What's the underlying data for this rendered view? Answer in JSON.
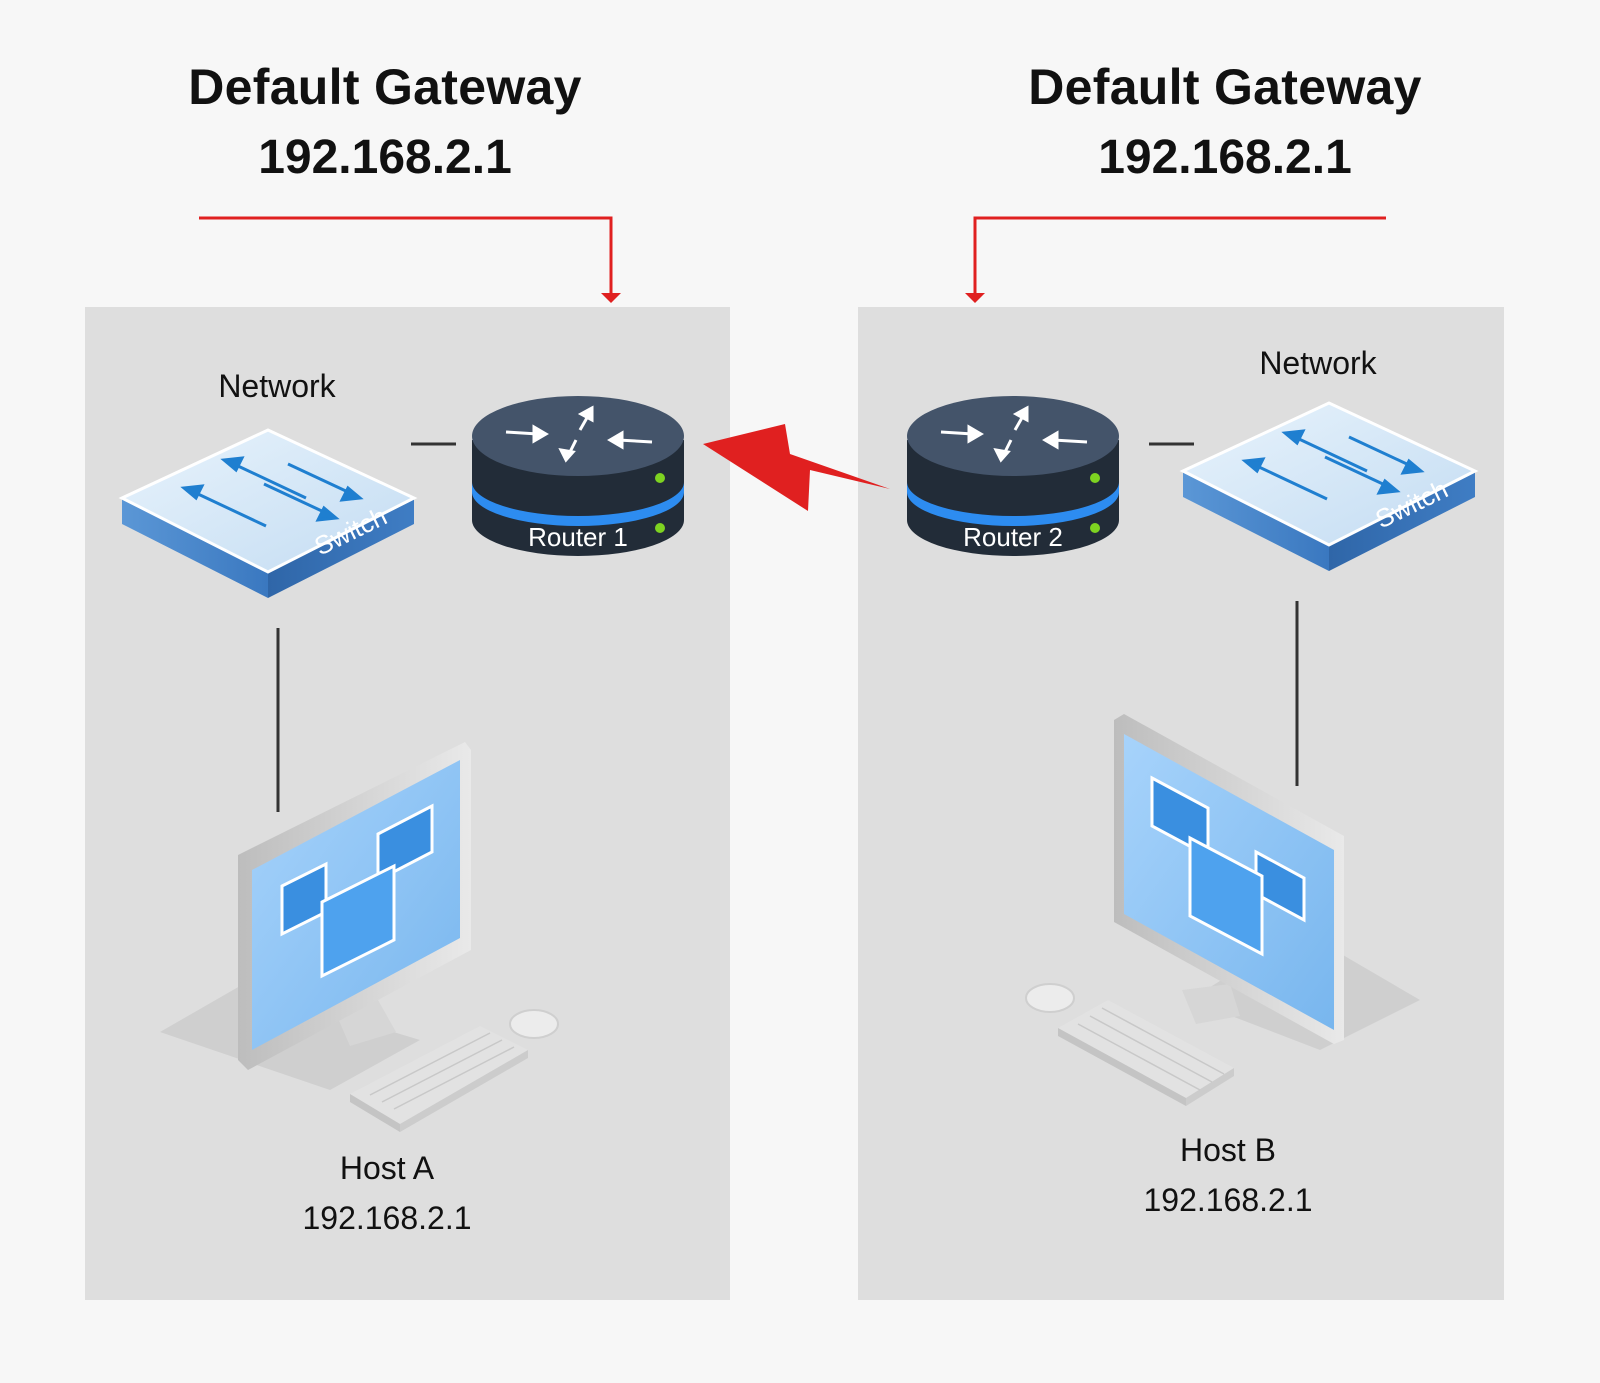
{
  "gateways": [
    {
      "title": "Default Gateway",
      "ip": "192.168.2.1"
    },
    {
      "title": "Default Gateway",
      "ip": "192.168.2.1"
    }
  ],
  "networks": [
    {
      "label": "Network",
      "switch_label": "Switch",
      "router_label": "Router 1",
      "host": {
        "name": "Host A",
        "ip": "192.168.2.1"
      }
    },
    {
      "label": "Network",
      "switch_label": "Switch",
      "router_label": "Router 2",
      "host": {
        "name": "Host B",
        "ip": "192.168.2.1"
      }
    }
  ],
  "colors": {
    "background": "#f7f7f7",
    "panel": "#dedede",
    "accent_red": "#e02020",
    "router_dark": "#2c3a4c",
    "switch_blue": "#3a78c0",
    "screen_blue": "#8cc4f4"
  },
  "icons": [
    "switch-icon",
    "router-icon",
    "monitor-icon",
    "keyboard-icon",
    "mouse-icon",
    "lightning-icon",
    "arrow-down-icon"
  ]
}
